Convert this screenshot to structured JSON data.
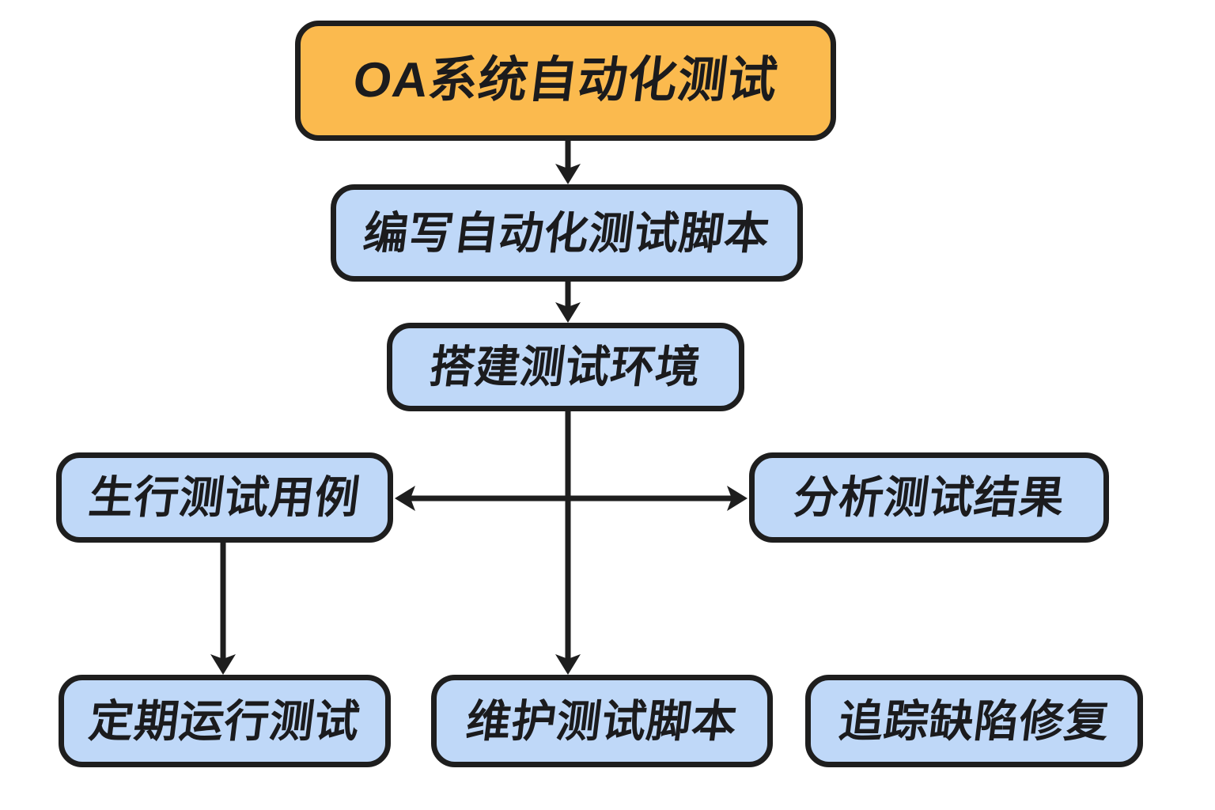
{
  "diagram": {
    "type": "flowchart",
    "colors": {
      "accent_fill": "#fbba4e",
      "node_fill": "#bfd8f8",
      "stroke": "#1e1e1e",
      "text": "#1b1b1d",
      "background": "#ffffff"
    },
    "nodes": [
      {
        "id": "oa-automation-testing",
        "label": "OA系统自动化测试",
        "variant": "accent"
      },
      {
        "id": "write-automation-scripts",
        "label": "编写自动化测试脚本",
        "variant": "default"
      },
      {
        "id": "setup-test-environment",
        "label": "搭建测试环境",
        "variant": "default"
      },
      {
        "id": "execute-test-cases",
        "label": "生行测试用例",
        "variant": "default"
      },
      {
        "id": "analyze-test-results",
        "label": "分析测试结果",
        "variant": "default"
      },
      {
        "id": "run-tests-periodically",
        "label": "定期运行测试",
        "variant": "default"
      },
      {
        "id": "maintain-test-scripts",
        "label": "维护测试脚本",
        "variant": "default"
      },
      {
        "id": "track-defect-fixes",
        "label": "追踪缺陷修复",
        "variant": "default"
      }
    ],
    "edges": [
      {
        "from": "oa-automation-testing",
        "to": "write-automation-scripts",
        "style": "arrow-down"
      },
      {
        "from": "write-automation-scripts",
        "to": "setup-test-environment",
        "style": "arrow-down"
      },
      {
        "from": "setup-test-environment",
        "to": "maintain-test-scripts",
        "style": "arrow-down"
      },
      {
        "from": "setup-test-environment",
        "to": "execute-test-cases",
        "style": "arrow-left"
      },
      {
        "from": "setup-test-environment",
        "to": "analyze-test-results",
        "style": "arrow-right"
      },
      {
        "from": "execute-test-cases",
        "to": "run-tests-periodically",
        "style": "arrow-down"
      }
    ]
  }
}
